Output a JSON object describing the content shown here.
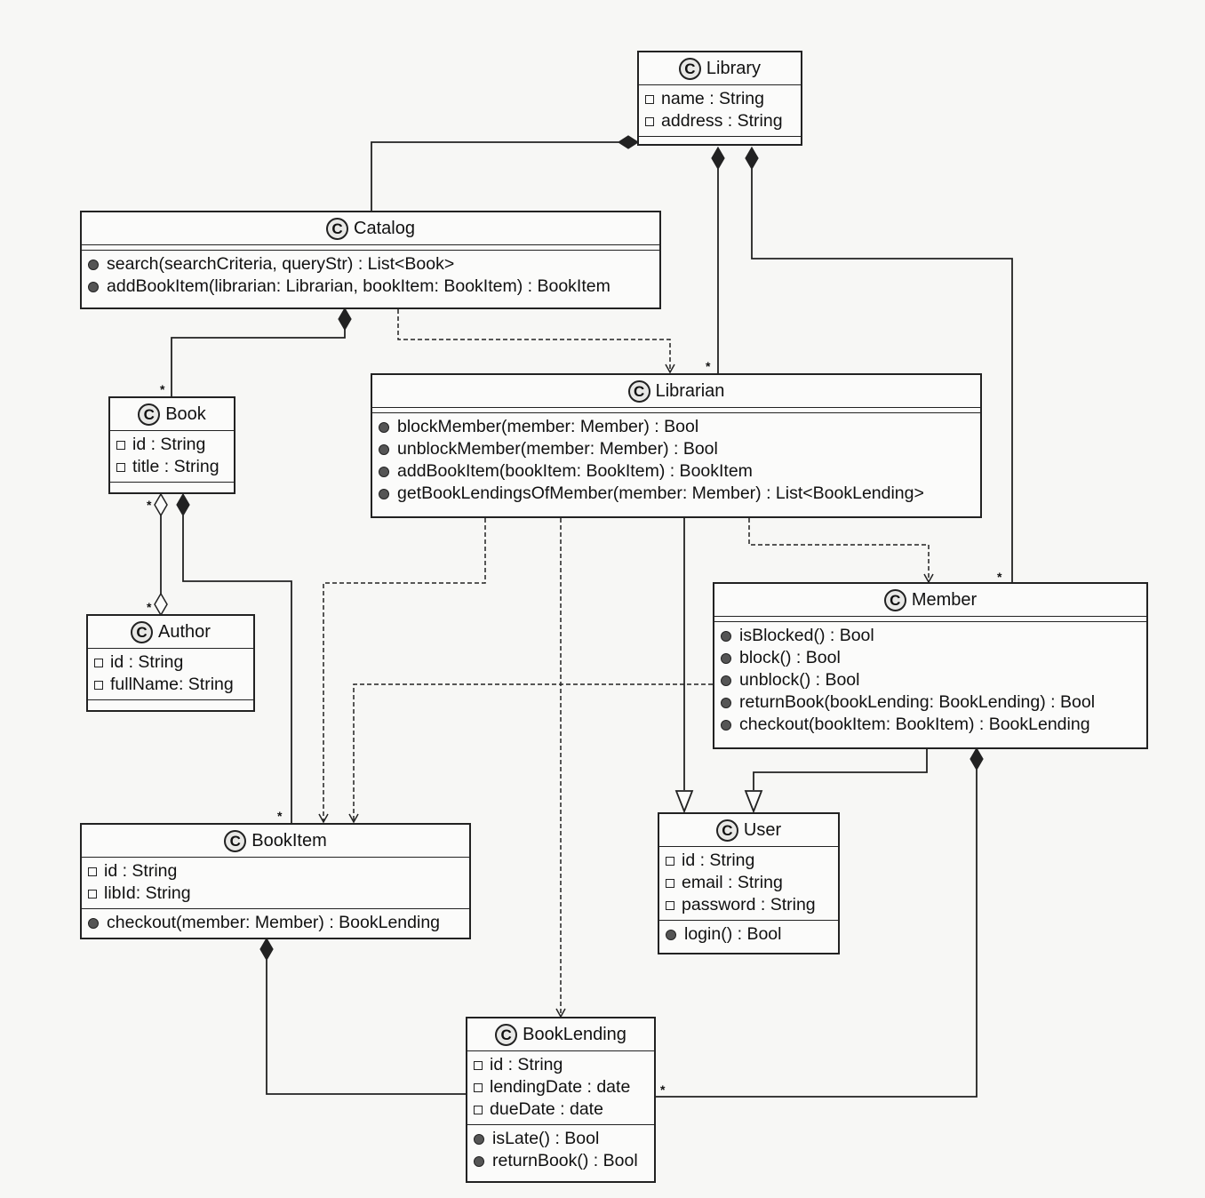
{
  "classes": {
    "library": {
      "name": "Library",
      "fields": [
        "name : String",
        "address : String"
      ],
      "methods": []
    },
    "catalog": {
      "name": "Catalog",
      "fields": [],
      "methods": [
        "search(searchCriteria, queryStr) : List<Book>",
        "addBookItem(librarian: Librarian, bookItem: BookItem) : BookItem"
      ]
    },
    "book": {
      "name": "Book",
      "fields": [
        "id : String",
        "title : String"
      ],
      "methods": []
    },
    "librarian": {
      "name": "Librarian",
      "fields": [],
      "methods": [
        "blockMember(member: Member) : Bool",
        "unblockMember(member: Member) : Bool",
        "addBookItem(bookItem: BookItem) : BookItem",
        "getBookLendingsOfMember(member: Member) : List<BookLending>"
      ]
    },
    "author": {
      "name": "Author",
      "fields": [
        "id : String",
        "fullName: String"
      ],
      "methods": []
    },
    "member": {
      "name": "Member",
      "fields": [],
      "methods": [
        "isBlocked() : Bool",
        "block() : Bool",
        "unblock() : Bool",
        "returnBook(bookLending: BookLending) : Bool",
        "checkout(bookItem: BookItem) : BookLending"
      ]
    },
    "bookitem": {
      "name": "BookItem",
      "fields": [
        "id : String",
        "libId: String"
      ],
      "methods": [
        "checkout(member: Member) : BookLending"
      ]
    },
    "user": {
      "name": "User",
      "fields": [
        "id : String",
        "email : String",
        "password : String"
      ],
      "methods": [
        "login() : Bool"
      ]
    },
    "booklending": {
      "name": "BookLending",
      "fields": [
        "id : String",
        "lendingDate : date",
        "dueDate : date"
      ],
      "methods": [
        "isLate() : Bool",
        "returnBook() : Bool"
      ]
    }
  },
  "class_icon_letter": "C",
  "multiplicity": "*",
  "relationships": [
    {
      "type": "composition",
      "whole": "Library",
      "part": "Catalog"
    },
    {
      "type": "composition",
      "whole": "Library",
      "part": "Librarian",
      "part_multiplicity": "*"
    },
    {
      "type": "composition",
      "whole": "Library",
      "part": "Member",
      "part_multiplicity": "*"
    },
    {
      "type": "composition",
      "whole": "Catalog",
      "part": "Book",
      "part_multiplicity": "*"
    },
    {
      "type": "aggregation",
      "between": [
        "Book",
        "Author"
      ],
      "multiplicity": [
        "*",
        "*"
      ]
    },
    {
      "type": "composition",
      "whole": "Book",
      "part": "BookItem",
      "part_multiplicity": "*"
    },
    {
      "type": "dependency",
      "from": "Catalog",
      "to": "Librarian"
    },
    {
      "type": "dependency",
      "from": "Librarian",
      "to": "BookItem"
    },
    {
      "type": "dependency",
      "from": "Librarian",
      "to": "BookLending"
    },
    {
      "type": "dependency",
      "from": "Librarian",
      "to": "Member"
    },
    {
      "type": "dependency",
      "from": "Member",
      "to": "BookItem"
    },
    {
      "type": "generalization",
      "from": "Librarian",
      "to": "User"
    },
    {
      "type": "generalization",
      "from": "Member",
      "to": "User"
    },
    {
      "type": "composition",
      "whole": "BookItem",
      "part": "BookLending"
    },
    {
      "type": "composition",
      "whole": "Member",
      "part": "BookLending",
      "part_multiplicity": "*"
    }
  ]
}
